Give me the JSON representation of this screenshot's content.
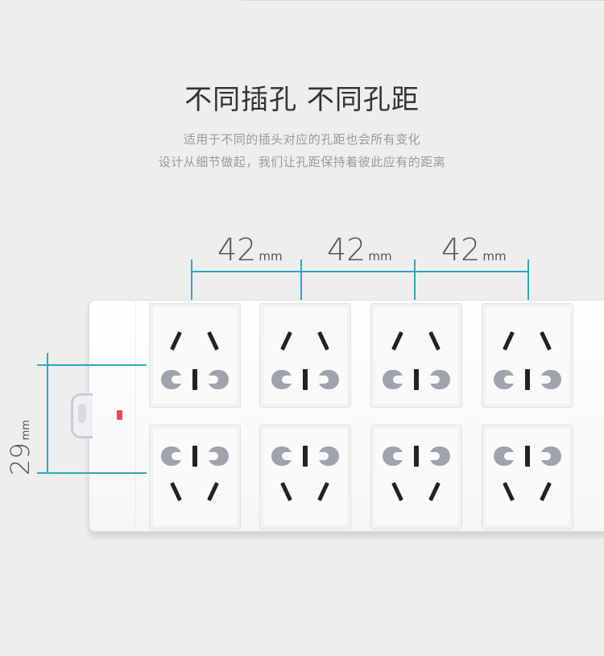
{
  "heading": "不同插孔 不同孔距",
  "subtitle_line1": "适用于不同的插头对应的孔距也会所有变化",
  "subtitle_line2": "设计从细节做起，我们让孔距保持着彼此应有的距离",
  "spacing_labels": [
    {
      "value": "42",
      "unit": "mm"
    },
    {
      "value": "42",
      "unit": "mm"
    },
    {
      "value": "42",
      "unit": "mm"
    }
  ],
  "row_spacing": {
    "value": "29",
    "unit": "mm"
  },
  "colors": {
    "accent": "#2aa7c6",
    "indicator": "#e64a5b",
    "background": "#eeeeee"
  },
  "outlets": {
    "columns": 4,
    "rows": 2
  }
}
